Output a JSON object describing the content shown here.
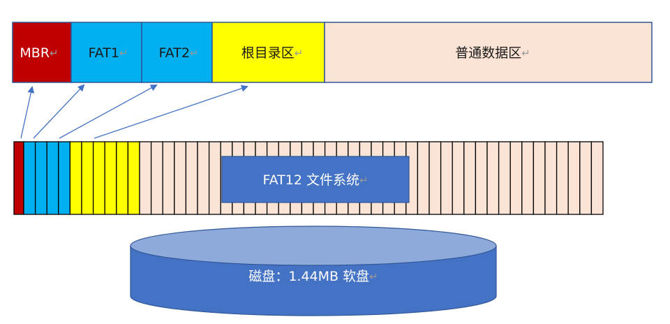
{
  "partition_bar": {
    "segments": [
      {
        "label": "MBR",
        "color": "#c00000",
        "text_color": "#ffffff"
      },
      {
        "label": "FAT1",
        "color": "#00b0f0",
        "text_color": "#1a1a1a"
      },
      {
        "label": "FAT2",
        "color": "#00b0f0",
        "text_color": "#1a1a1a"
      },
      {
        "label": "根目录区",
        "color": "#ffff00",
        "text_color": "#1a1a1a"
      },
      {
        "label": "普通数据区",
        "color": "#fbe4d5",
        "text_color": "#1a1a1a"
      }
    ],
    "border_color": "#2f5597"
  },
  "sector_strip": {
    "colors": {
      "mbr": "#c00000",
      "fat": "#00b0f0",
      "root": "#ffff00",
      "data": "#fbe4d5"
    },
    "counts": {
      "mbr": 1,
      "fat": 4,
      "root": 6,
      "data": 40
    }
  },
  "filesystem_box": {
    "label": "FAT12 文件系统",
    "color": "#4472c4",
    "text_color": "#ffffff"
  },
  "disk": {
    "label": "磁盘：1.44MB 软盘",
    "color": "#4472c4",
    "top_color": "#8eaadb",
    "text_color": "#ffffff"
  },
  "arrow_color": "#4472c4",
  "return_mark": "↵"
}
